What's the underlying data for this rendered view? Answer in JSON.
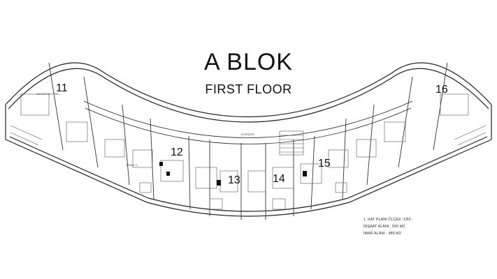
{
  "title": "A BLOK",
  "subtitle": "FIRST FLOOR",
  "units": [
    "11",
    "12",
    "13",
    "14",
    "15",
    "16"
  ],
  "legend": {
    "scale": "1. KAT PLANI ÖLÇEK :1/50",
    "construction_area": "İNŞAAT ALANI : 500 M2",
    "zoning_area": "İMAR ALANI : 485 M2"
  },
  "rooms": {
    "corridor": "KORİDOR",
    "living_kitchen": "SALON+MUTFAK",
    "bedroom": "YATAK O."
  }
}
